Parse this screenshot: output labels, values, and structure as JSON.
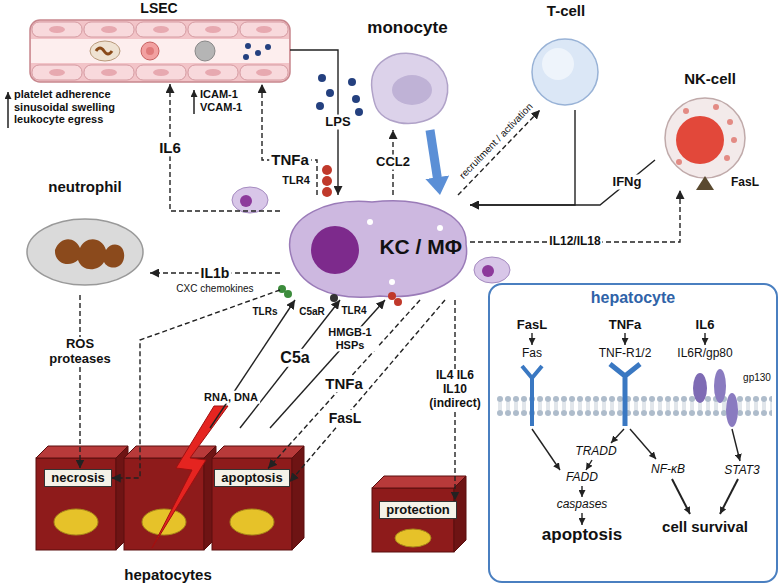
{
  "diagram": {
    "nodes": [
      {
        "text": [
          "LSEC"
        ]
      },
      {
        "text": [
          "monocyte"
        ]
      },
      {
        "text": [
          "T-cell"
        ]
      },
      {
        "text": [
          "NK-cell"
        ]
      },
      {
        "text": [
          "KC / MΦ"
        ]
      },
      {
        "text": [
          "neutrophil"
        ]
      },
      {
        "text": [
          "hepatocytes"
        ]
      },
      {
        "text": [
          "necrosis"
        ],
        "in": 6
      },
      {
        "text": [
          "apoptosis"
        ],
        "in": 6
      },
      {
        "text": [
          "protection"
        ]
      },
      {
        "text": [
          "hepatocyte"
        ]
      }
    ],
    "edges": [
      {
        "from": 4,
        "to": 0,
        "label": "TNFa",
        "arrow": "to"
      },
      {
        "from": 4,
        "to": 0,
        "label": "IL6",
        "arrow": "to"
      },
      {
        "from": 0,
        "to": 4,
        "label": "LPS",
        "arrow": "to"
      },
      {
        "from": 4,
        "to": 1,
        "label": "CCL2",
        "arrow": "to"
      },
      {
        "from": 1,
        "to": 4,
        "arrow": "to"
      },
      {
        "from": 4,
        "to": 2,
        "label": "recruitment / activation",
        "arrow": "to"
      },
      {
        "from": 2,
        "to": 4,
        "arrow": "to"
      },
      {
        "from": 3,
        "to": 4,
        "label": "IFNg",
        "arrow": "to"
      },
      {
        "from": 4,
        "to": 3,
        "label": "IL12/IL18",
        "arrow": "to"
      },
      {
        "from": 4,
        "to": 5,
        "label": "IL1b",
        "arrow": "to"
      },
      {
        "from": 5,
        "to": 7,
        "label": "ROS proteases",
        "arrow": "to"
      },
      {
        "from": 4,
        "to": 7,
        "arrow": "to"
      },
      {
        "from": 6,
        "to": 4,
        "label": "RNA, DNA",
        "arrow": "to"
      },
      {
        "from": 6,
        "to": 4,
        "label": "C5a",
        "arrow": "to"
      },
      {
        "from": 6,
        "to": 4,
        "label": "HMGB-1 HSPs",
        "arrow": "to"
      },
      {
        "from": 4,
        "to": 8,
        "label": "TNFa",
        "arrow": "to"
      },
      {
        "from": 4,
        "to": 8,
        "label": "FasL",
        "arrow": "to"
      },
      {
        "from": 4,
        "to": 9,
        "label": "IL4 IL6 IL10 (indirect)",
        "arrow": "to"
      }
    ],
    "labels": [
      "platelet adherence sinusoidal swelling leukocyte egress",
      "ICAM-1 VCAM-1",
      "TLR4",
      "FasL",
      "CXC chemokines",
      "TLRs",
      "C5aR",
      "TLR4",
      "FasL",
      "TNFa",
      "IL6",
      "Fas",
      "TNF-R1/2",
      "IL6R/gp80",
      "gp130",
      "TRADD",
      "FADD",
      "caspases",
      "NF-κB",
      "STAT3",
      "apoptosis",
      "cell survival"
    ]
  }
}
